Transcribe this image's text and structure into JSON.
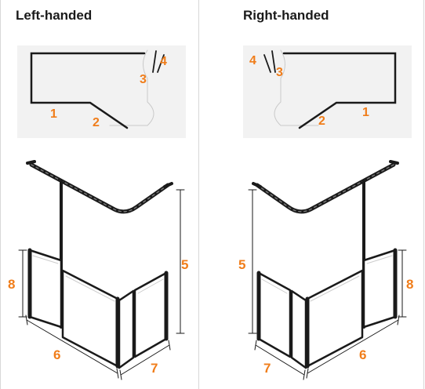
{
  "left_panel": {
    "title": "Left-handed",
    "plan_labels": [
      "1",
      "2",
      "3",
      "4"
    ],
    "dim_labels": [
      "5",
      "6",
      "7",
      "8"
    ]
  },
  "right_panel": {
    "title": "Right-handed",
    "plan_labels": [
      "1",
      "2",
      "3",
      "4"
    ],
    "dim_labels": [
      "5",
      "6",
      "7",
      "8"
    ]
  },
  "colors": {
    "label": "#f07d1a",
    "line": "#1a1a1a",
    "plan_bg": "#f2f2f2",
    "divider": "#d8d8d8"
  }
}
